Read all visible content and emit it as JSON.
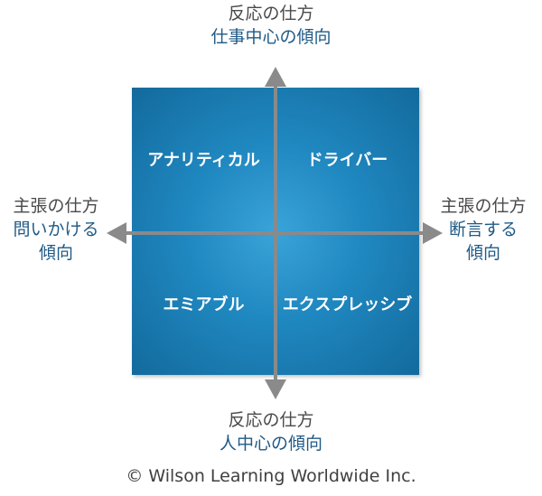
{
  "axes": {
    "top": {
      "line1": "反応の仕方",
      "line2": "仕事中心の傾向"
    },
    "bottom": {
      "line1": "反応の仕方",
      "line2": "人中心の傾向"
    },
    "left": {
      "line1": "主張の仕方",
      "line2": "問いかける",
      "line3": "傾向"
    },
    "right": {
      "line1": "主張の仕方",
      "line2": "断言する",
      "line3": "傾向"
    }
  },
  "quadrants": {
    "top_left": "アナリティカル",
    "top_right": "ドライバー",
    "bottom_left": "エミアブル",
    "bottom_right": "エクスプレッシブ"
  },
  "colors": {
    "box_center": "#3aa3d8",
    "box_edge": "#136a9c",
    "arrow": "#8a8a8a",
    "axis_text_primary": "#4a4a4a",
    "axis_text_secondary": "#1f5a86"
  },
  "footer": {
    "copyright": "© Wilson Learning Worldwide Inc."
  }
}
